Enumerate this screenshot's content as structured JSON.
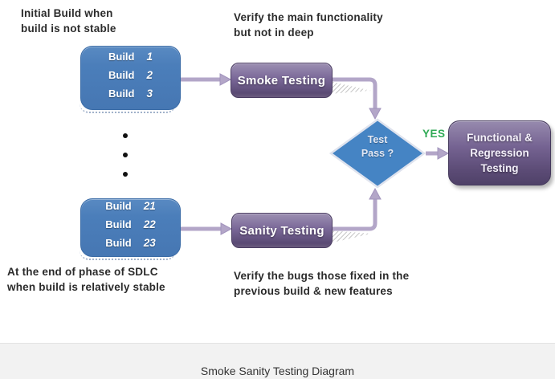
{
  "notes": {
    "top_left": {
      "line1": "Initial Build when",
      "line2": "build is not stable"
    },
    "top_mid": {
      "line1": "Verify the main functionality",
      "line2": "but not in deep"
    },
    "bottom_left": {
      "line1": "At the end of phase of SDLC",
      "line2": "when build is relatively stable"
    },
    "bottom_mid": {
      "line1": "Verify the bugs those fixed in the",
      "line2": "previous build & new features"
    }
  },
  "build_box_top": {
    "rows": [
      {
        "label": "Build",
        "num": "1"
      },
      {
        "label": "Build",
        "num": "2"
      },
      {
        "label": "Build",
        "num": "3"
      }
    ]
  },
  "build_box_bottom": {
    "rows": [
      {
        "label": "Build",
        "num": "21"
      },
      {
        "label": "Build",
        "num": "22"
      },
      {
        "label": "Build",
        "num": "23"
      }
    ]
  },
  "process_smoke": {
    "label": "Smoke Testing"
  },
  "process_sanity": {
    "label": "Sanity Testing"
  },
  "decision": {
    "line1": "Test",
    "line2": "Pass ?",
    "yes_label": "YES"
  },
  "result_box": {
    "line1": "Functional &",
    "line2": "Regression",
    "line3": "Testing"
  },
  "footer": {
    "caption": "Smoke Sanity Testing Diagram"
  },
  "colors": {
    "build_box_fill": "#4b7eba",
    "process_fill_top": "#9c8fb2",
    "process_fill_bottom": "#5a4a74",
    "diamond_fill": "#4584c4",
    "connector": "#b3a6c8",
    "yes_green": "#2faa55",
    "footer_bg": "#f2f2f2",
    "note_text": "#2b2b2b"
  }
}
